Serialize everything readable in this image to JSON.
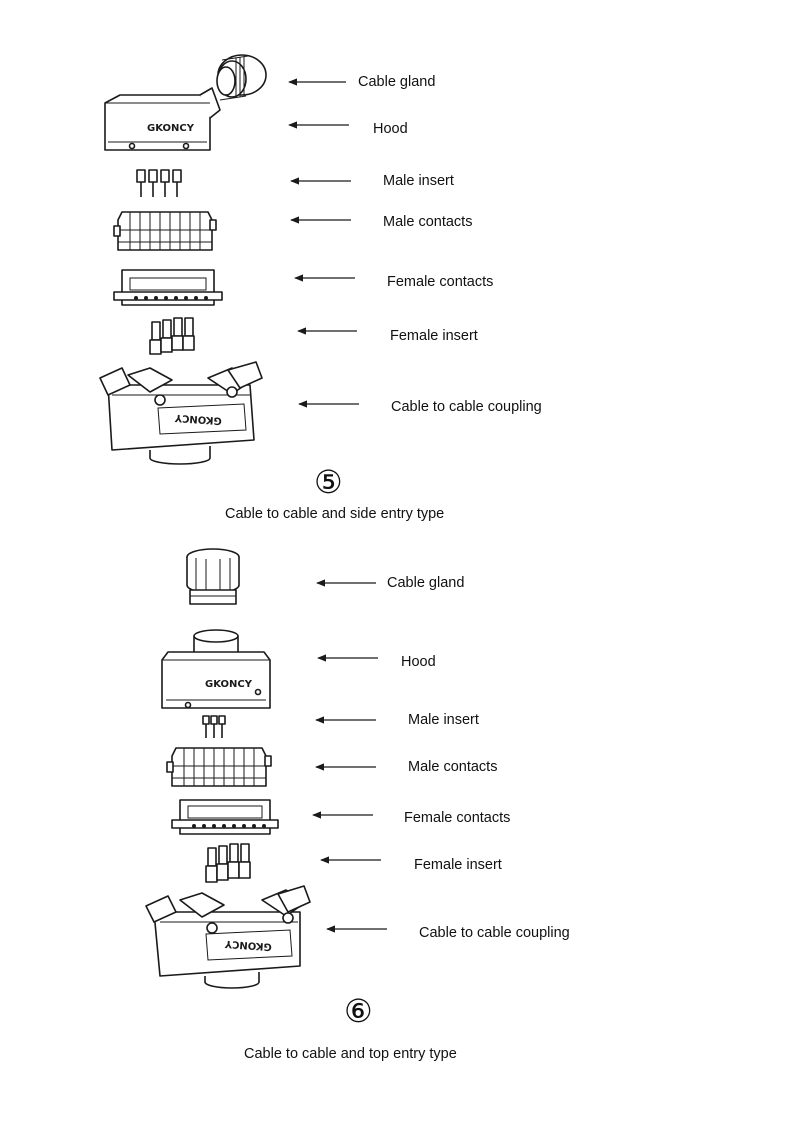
{
  "diagram5": {
    "number": "⑤",
    "caption": "Cable to cable and side entry type",
    "brand": "GKONCY",
    "labels": {
      "cable_gland": "Cable gland",
      "hood": "Hood",
      "male_insert": "Male insert",
      "male_contacts": "Male contacts",
      "female_contacts": "Female contacts",
      "female_insert": "Female insert",
      "coupling": "Cable to cable coupling"
    }
  },
  "diagram6": {
    "number": "⑥",
    "caption": "Cable to cable and top entry type",
    "brand": "GKONCY",
    "labels": {
      "cable_gland": "Cable gland",
      "hood": "Hood",
      "male_insert": "Male insert",
      "male_contacts": "Male contacts",
      "female_contacts": "Female contacts",
      "female_insert": "Female insert",
      "coupling": "Cable to cable coupling"
    }
  }
}
